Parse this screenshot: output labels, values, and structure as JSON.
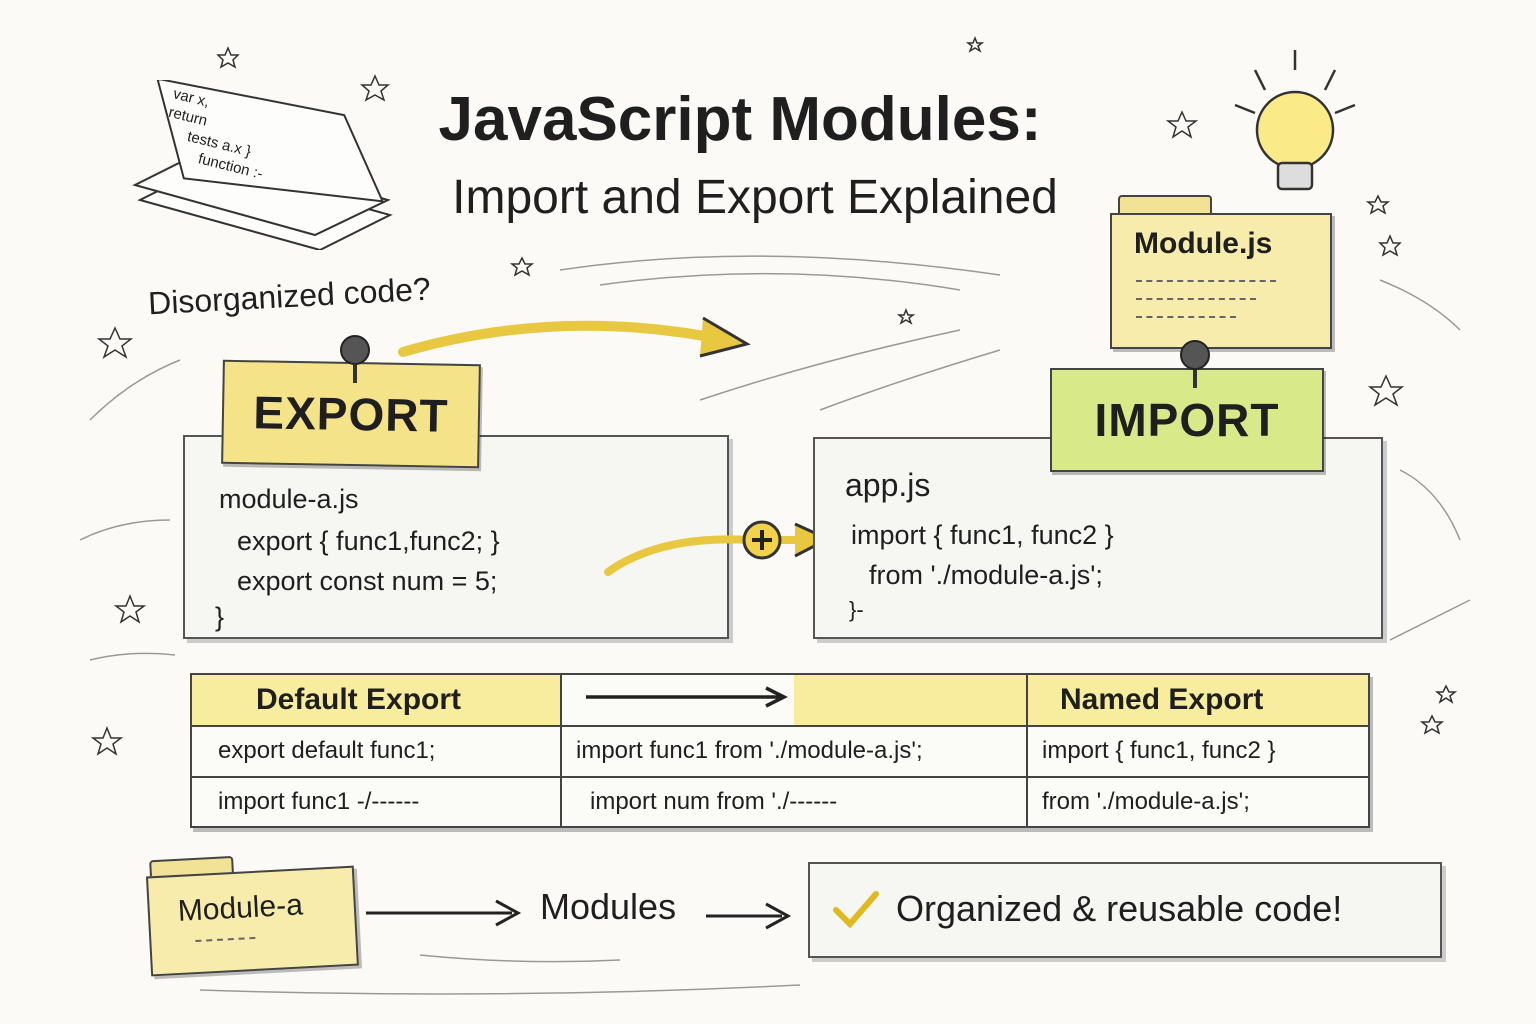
{
  "title": {
    "line1": "JavaScript Modules:",
    "line2": "Import and Export Explained"
  },
  "papers": {
    "lines": [
      "var x,",
      "return",
      "tests a.x }",
      "function :-"
    ]
  },
  "question": "Disorganized code?",
  "module_folder": {
    "label": "Module.js"
  },
  "export_panel": {
    "label": "EXPORT",
    "filename": "module-a.js",
    "lines": [
      "export { func1,func2; }",
      "export const num = 5;",
      "}"
    ]
  },
  "import_panel": {
    "label": "IMPORT",
    "filename": "app.js",
    "lines": [
      "import { func1, func2 }",
      "from './module-a.js';",
      "}-"
    ]
  },
  "table": {
    "headers": [
      "Default Export",
      "",
      "Named Export"
    ],
    "rows": [
      [
        "export default func1;",
        "import func1 from './module-a.js';",
        "import { func1, func2 }"
      ],
      [
        "import func1 -/------",
        "import num from './------",
        "from './module-a.js';"
      ]
    ]
  },
  "flow": {
    "folder_label": "Module-a",
    "middle_label": "Modules",
    "result_label": "Organized & reusable code!"
  },
  "colors": {
    "yellow": "#f5e38a",
    "green": "#d8e98a",
    "arrow": "#e8c840"
  }
}
